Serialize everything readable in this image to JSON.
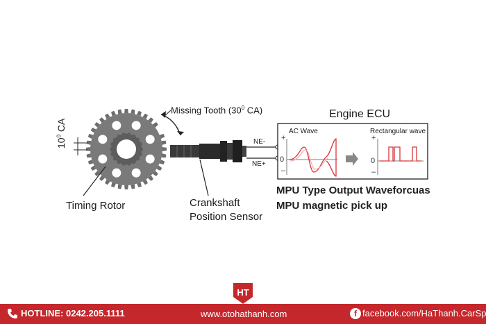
{
  "diagram": {
    "missing_tooth_label": "Missing Tooth (30",
    "missing_tooth_degree": "0",
    "missing_tooth_suffix": " CA)",
    "deg_label_prefix": "10",
    "deg_label_degree": "0",
    "deg_label_suffix": " CA",
    "timing_rotor_label": "Timing Rotor",
    "sensor_label_line1": "Crankshaft",
    "sensor_label_line2": "Position Sensor",
    "engine_ecu_label": "Engine ECU",
    "ac_wave_label": "AC Wave",
    "rect_wave_label": "Rectangular wave",
    "ne_minus_label": "NE-",
    "ne_plus_label": "NE+",
    "mpu_line1": "MPU Type Output Waveforcuas",
    "mpu_line2": "MPU magnetic pick up",
    "plus_sign": "+",
    "zero_sign": "0",
    "minus_sign": "–"
  },
  "footer": {
    "hotline": "HOTLINE: 0242.205.1111",
    "website": "www.otohathanh.com",
    "facebook": "facebook.com/HaThanh.CarSpa",
    "logo_text": "HT"
  },
  "colors": {
    "brand_red": "#c4282c",
    "wave_red": "#d9343b",
    "wave_pink": "#f0a0a4"
  }
}
